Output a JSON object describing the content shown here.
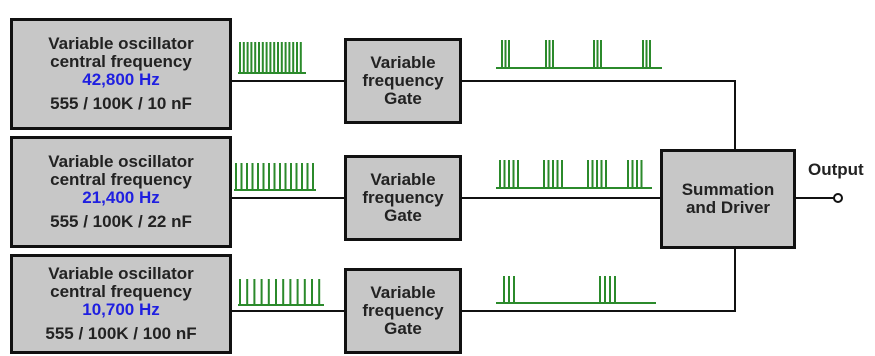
{
  "oscillators": [
    {
      "title": "Variable oscillator",
      "subtitle": "central frequency",
      "frequency": "42,800 Hz",
      "components": "555 / 100K / 10 nF"
    },
    {
      "title": "Variable oscillator",
      "subtitle": "central frequency",
      "frequency": "21,400 Hz",
      "components": "555 / 100K / 22 nF"
    },
    {
      "title": "Variable oscillator",
      "subtitle": "central frequency",
      "frequency": "10,700 Hz",
      "components": "555 / 100K / 100 nF"
    }
  ],
  "gates": [
    {
      "line1": "Variable",
      "line2": "frequency",
      "line3": "Gate"
    },
    {
      "line1": "Variable",
      "line2": "frequency",
      "line3": "Gate"
    },
    {
      "line1": "Variable",
      "line2": "frequency",
      "line3": "Gate"
    }
  ],
  "summation": {
    "line1": "Summation",
    "line2": "and Driver"
  },
  "output_label": "Output",
  "colors": {
    "block_fill": "#c7c7c7",
    "frequency_text": "#1f1fe0",
    "signal_green": "#2b8a2b",
    "wire": "#111111"
  }
}
